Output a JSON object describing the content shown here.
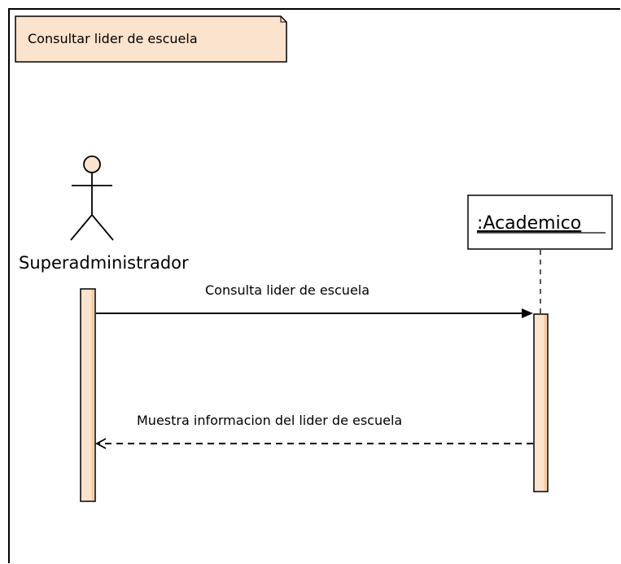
{
  "frame": {
    "title": "Consultar lider de escuela"
  },
  "actor": {
    "name": "Superadministrador"
  },
  "lifeline": {
    "name": ":Academico"
  },
  "messages": [
    {
      "label": "Consulta lider de escuela",
      "kind": "synchronous-call"
    },
    {
      "label": "Muestra informacion del lider de escuela",
      "kind": "return"
    }
  ],
  "colors": {
    "frame_label_fill": "#FCE3CD",
    "activation_fill": "#FCE3CD",
    "activation_edge": "#F6C9A2",
    "line": "#000000",
    "lifeline_dash": "#555555"
  }
}
